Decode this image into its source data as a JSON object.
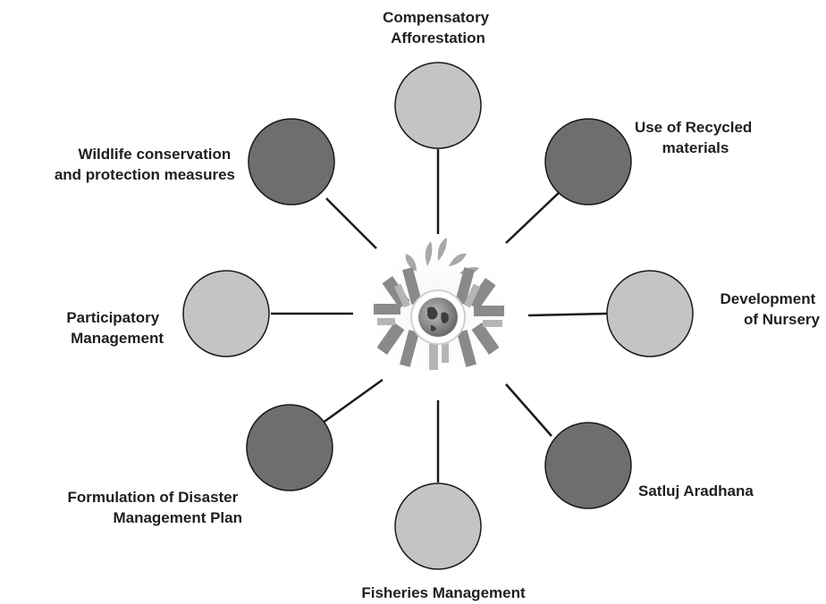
{
  "diagram": {
    "center_icon": "eco-city-globe-icon",
    "colors": {
      "light_node": "#c4c4c4",
      "dark_node": "#6e6e6e",
      "node_stroke": "#1a1a1a",
      "connector": "#1a1a1a",
      "label_text": "#1f1f1f"
    },
    "nodes": [
      {
        "id": "compensatory-afforestation",
        "lines": [
          "Compensatory",
          "Afforestation"
        ],
        "shade": "light"
      },
      {
        "id": "use-of-recycled-materials",
        "lines": [
          "Use of Recycled",
          "materials"
        ],
        "shade": "dark"
      },
      {
        "id": "development-of-nursery",
        "lines": [
          "Development",
          "of Nursery"
        ],
        "shade": "light"
      },
      {
        "id": "satluj-aradhana",
        "lines": [
          "Satluj Aradhana"
        ],
        "shade": "dark"
      },
      {
        "id": "fisheries-management",
        "lines": [
          "Fisheries Management"
        ],
        "shade": "light"
      },
      {
        "id": "formulation-of-disaster-management-plan",
        "lines": [
          "Formulation of Disaster",
          "Management Plan"
        ],
        "shade": "dark"
      },
      {
        "id": "participatory-management",
        "lines": [
          "Participatory",
          "Management"
        ],
        "shade": "light"
      },
      {
        "id": "wildlife-conservation",
        "lines": [
          "Wildlife conservation",
          "and protection measures"
        ],
        "shade": "dark"
      }
    ]
  }
}
